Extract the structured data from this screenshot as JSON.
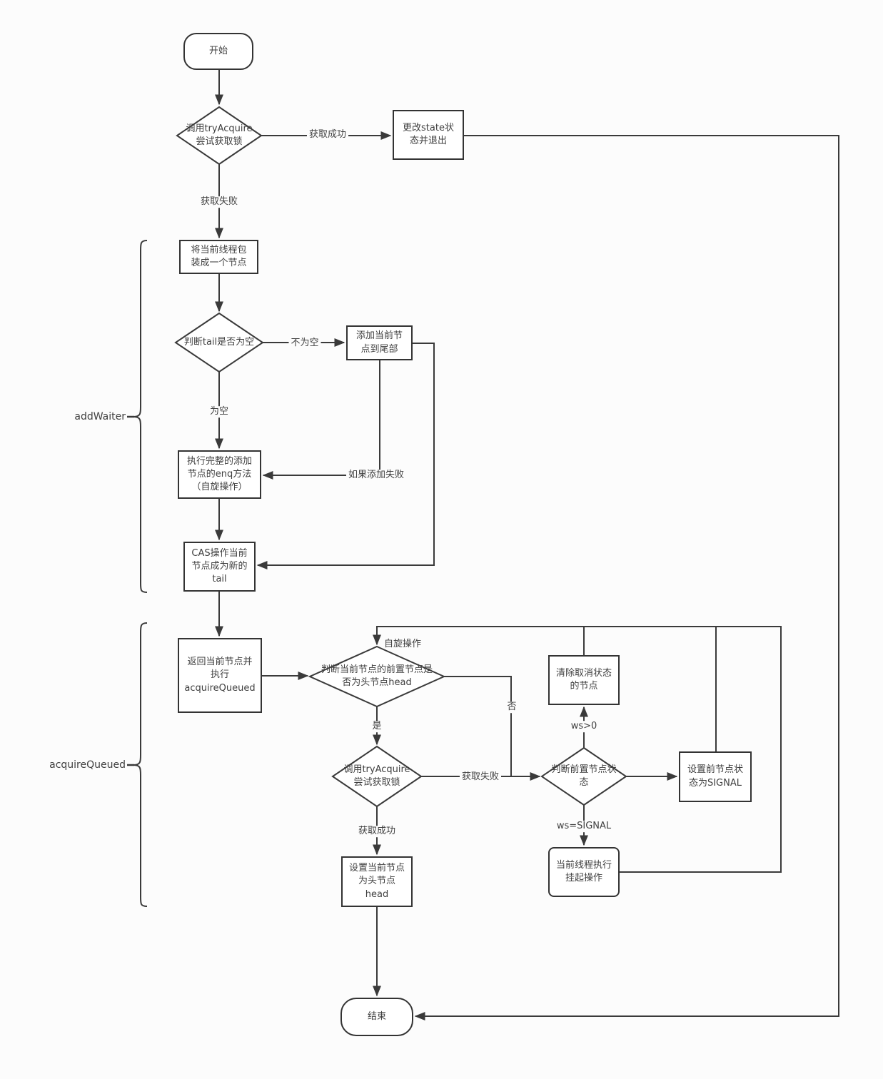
{
  "colors": {
    "background": "#fcfcfc",
    "line": "#3a3a3a",
    "node_border": "#333333",
    "node_fill": "#ffffff",
    "text": "#3f3f3f"
  },
  "brackets": {
    "add_waiter": "addWaiter",
    "acquire_queued": "acquireQueued"
  },
  "nodes": {
    "start": {
      "label": "开始"
    },
    "try_acquire": {
      "label": "调用tryAcquire\n尝试获取锁"
    },
    "change_state": {
      "label": "更改state状\n态并退出"
    },
    "wrap_node": {
      "label": "将当前线程包\n装成一个节点"
    },
    "tail_check": {
      "label": "判断tail是否为空"
    },
    "add_tail": {
      "label": "添加当前节\n点到尾部"
    },
    "enq": {
      "label": "执行完整的添加\n节点的enq方法\n（自旋操作）"
    },
    "cas_tail": {
      "label": "CAS操作当前\n节点成为新的\ntail"
    },
    "return_node": {
      "label": "返回当前节点并\n执行\nacquireQueued"
    },
    "pred_head_check": {
      "label": "判断当前节点的前置节点是\n否为头节点head"
    },
    "try_acquire_2": {
      "label": "调用tryAcquire\n尝试获取锁"
    },
    "set_head": {
      "label": "设置当前节点\n为头节点\nhead"
    },
    "clear_cancelled": {
      "label": "清除取消状态\n的节点"
    },
    "pred_status_check": {
      "label": "判断前置节点状\n态"
    },
    "set_signal": {
      "label": "设置前节点状\n态为SIGNAL"
    },
    "park": {
      "label": "当前线程执行\n挂起操作"
    },
    "end": {
      "label": "结束"
    }
  },
  "edge_labels": {
    "acquire_success_1": "获取成功",
    "acquire_fail_1": "获取失败",
    "tail_not_empty": "不为空",
    "tail_empty": "为空",
    "if_add_fail": "如果添加失败",
    "spin": "自旋操作",
    "yes": "是",
    "no": "否",
    "acquire_fail_2": "获取失败",
    "acquire_success_2": "获取成功",
    "ws_gt_0": "ws>0",
    "ws_signal": "ws=SIGNAL"
  }
}
